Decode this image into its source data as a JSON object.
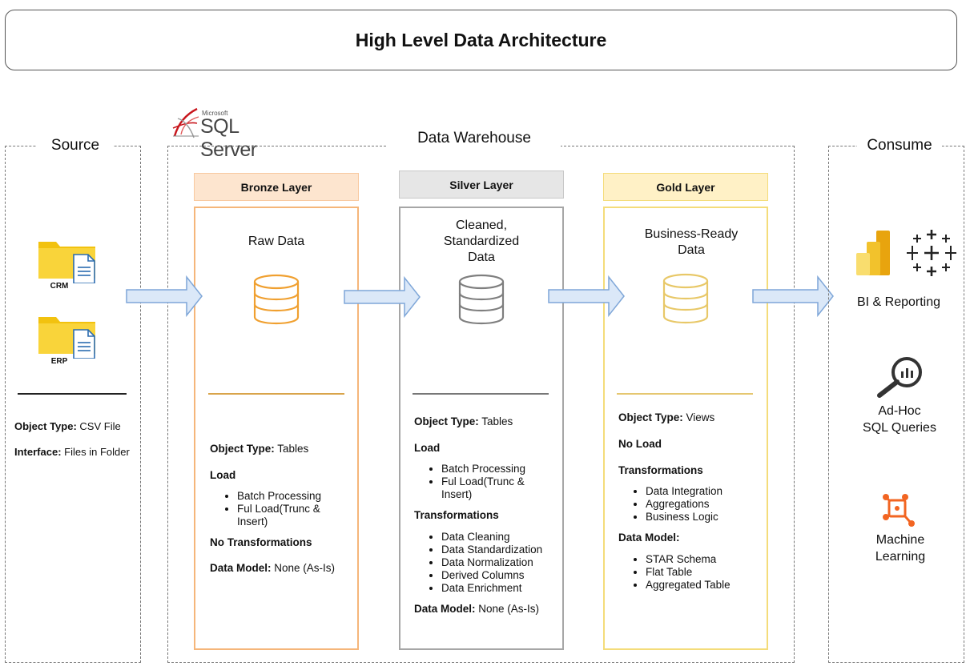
{
  "title": "High Level Data Architecture",
  "sections": {
    "source": "Source",
    "warehouse": "Data Warehouse",
    "consume": "Consume"
  },
  "sql_logo": {
    "microsoft": "Microsoft",
    "product": "SQL Server"
  },
  "source": {
    "items": [
      "CRM",
      "ERP"
    ],
    "object_type_label": "Object Type:",
    "object_type_value": "CSV File",
    "interface_label": "Interface:",
    "interface_value": "Files in Folder"
  },
  "bronze": {
    "header": "Bronze Layer",
    "description": "Raw Data",
    "object_type_label": "Object Type:",
    "object_type_value": "Tables",
    "load_label": "Load",
    "load_items": [
      "Batch Processing",
      "Ful Load(Trunc & Insert)"
    ],
    "transformations": "No Transformations",
    "data_model_label": "Data Model:",
    "data_model_value": "None (As-Is)"
  },
  "silver": {
    "header": "Silver Layer",
    "description_lines": [
      "Cleaned,",
      "Standardized",
      "Data"
    ],
    "object_type_label": "Object Type:",
    "object_type_value": "Tables",
    "load_label": "Load",
    "load_items": [
      "Batch Processing",
      "Ful Load(Trunc & Insert)"
    ],
    "transformations_label": "Transformations",
    "transformations_items": [
      "Data Cleaning",
      "Data Standardization",
      "Data Normalization",
      "Derived Columns",
      "Data Enrichment"
    ],
    "data_model_label": "Data Model:",
    "data_model_value": "None (As-Is)"
  },
  "gold": {
    "header": "Gold Layer",
    "description_lines": [
      "Business-Ready",
      "Data"
    ],
    "object_type_label": "Object Type:",
    "object_type_value": "Views",
    "no_load": "No Load",
    "transformations_label": "Transformations",
    "transformations_items": [
      "Data Integration",
      "Aggregations",
      "Business Logic"
    ],
    "data_model_label": "Data Model:",
    "data_model_items": [
      "STAR Schema",
      "Flat Table",
      "Aggregated Table"
    ]
  },
  "consume": {
    "bi": "BI & Reporting",
    "adhoc_lines": [
      "Ad-Hoc",
      "SQL Queries"
    ],
    "ml_lines": [
      "Machine",
      "Learning"
    ]
  },
  "colors": {
    "bronze_fill": "#fde5cf",
    "bronze_border": "#f5b67a",
    "bronze_icon": "#f0a030",
    "silver_fill": "#e6e6e6",
    "silver_border": "#a6a6a6",
    "silver_icon": "#7f7f7f",
    "gold_fill": "#fff1c6",
    "gold_border": "#f4dc7a",
    "gold_icon": "#e8c868",
    "arrow_fill": "#dbe8f8",
    "arrow_stroke": "#7ea6d8"
  }
}
